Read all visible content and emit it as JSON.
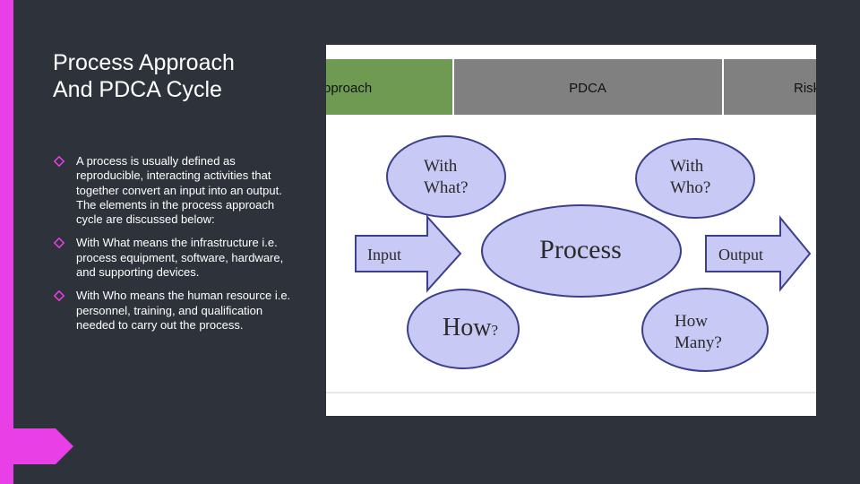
{
  "slide": {
    "title": "Process Approach\nAnd PDCA Cycle",
    "bullets": [
      "A process is usually defined as reproducible, interacting activities that together convert an input into an output. The elements in the process approach cycle are discussed below:",
      "With What means the infrastructure i.e. process equipment, software, hardware, and supporting devices.",
      "With Who means the human resource i.e. personnel, training, and qualification needed to carry out the process."
    ]
  },
  "figure": {
    "tabs": {
      "left": "pproach",
      "middle": "PDCA",
      "right": "Risk"
    },
    "ellipse_with_what": [
      "With",
      "What?"
    ],
    "ellipse_with_who": [
      "With",
      "Who?"
    ],
    "ellipse_process": "Process",
    "arrow_input": "Input",
    "arrow_output": "Output",
    "ellipse_how": [
      "How",
      "?"
    ],
    "ellipse_how_many": [
      "How",
      "Many?"
    ]
  },
  "colors": {
    "background": "#2e333b",
    "accent": "#e83fe6",
    "tab_left": "#6f9a52",
    "tab_gray": "#808080",
    "shape_fill": "#c9c9f5",
    "shape_stroke": "#3c3f8c"
  }
}
